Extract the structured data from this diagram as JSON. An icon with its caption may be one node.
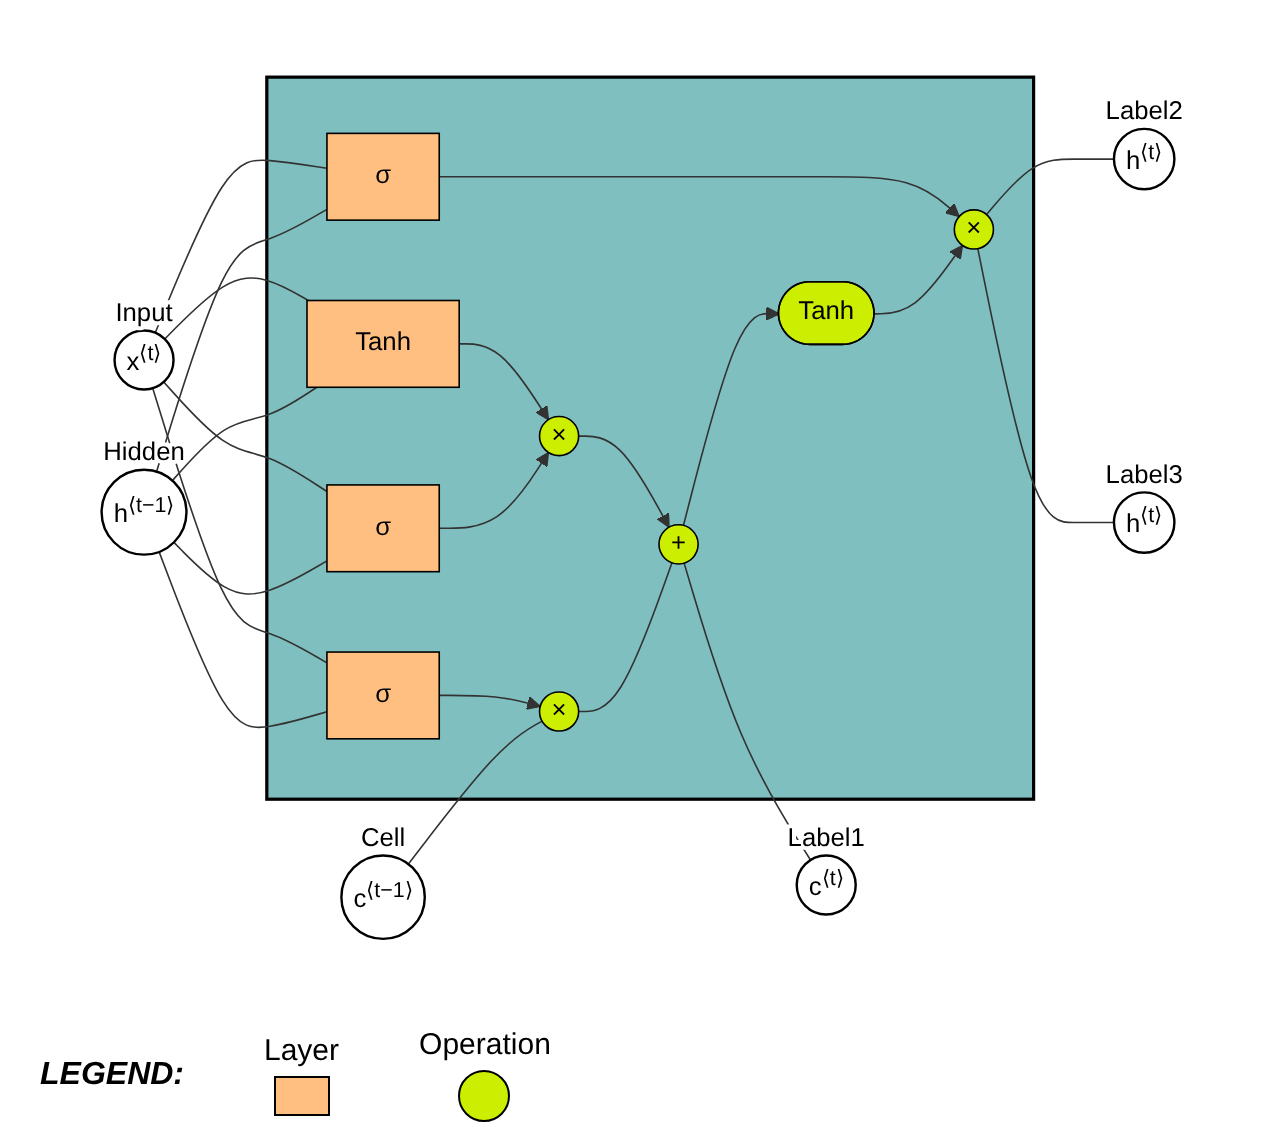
{
  "diagram": {
    "nodes": [
      {
        "text": [],
        "shape": "box"
      },
      {
        "text": [
          "h$^{⟨t⟩}$"
        ],
        "beside": [
          "Label3"
        ]
      },
      {
        "text": [
          "c$^{⟨t−1⟩}$"
        ],
        "beside": [
          "Cell"
        ]
      },
      {
        "text": [
          "×"
        ],
        "in": 0
      },
      {
        "text": [
          "+"
        ],
        "in": 0
      },
      {
        "text": [
          "c$^{⟨t⟩}$"
        ],
        "beside": [
          "Label1"
        ]
      },
      {
        "text": [
          "Tanh"
        ],
        "in": 0
      },
      {
        "text": [
          "×"
        ],
        "in": 0
      },
      {
        "text": [
          "×"
        ],
        "in": 0
      },
      {
        "text": [
          "σ"
        ],
        "in": 0
      },
      {
        "text": [
          "σ"
        ],
        "in": 0
      },
      {
        "text": [
          "Tanh"
        ],
        "in": 0
      },
      {
        "text": [
          "σ"
        ],
        "in": 0
      },
      {
        "text": [
          "h$^{⟨t−1⟩}$"
        ],
        "beside": [
          "Hidden"
        ]
      },
      {
        "text": [
          "h$^{⟨t⟩}$"
        ],
        "beside": [
          "Label2"
        ]
      },
      {
        "text": [
          "x$^{⟨t⟩}$"
        ],
        "beside": [
          "Input"
        ]
      }
    ],
    "edges": [
      {
        "from": 2,
        "to": 3,
        "arrow": "none"
      },
      {
        "from": 3,
        "to": 4,
        "arrow": "none"
      },
      {
        "from": 4,
        "to": 5,
        "arrow": "none"
      },
      {
        "from": 4,
        "to": 6,
        "arrow": "to"
      },
      {
        "from": 6,
        "to": 8,
        "arrow": "to"
      },
      {
        "from": 9,
        "to": 3,
        "arrow": "to"
      },
      {
        "from": 10,
        "to": 7,
        "arrow": "to"
      },
      {
        "from": 11,
        "to": 7,
        "arrow": "to"
      },
      {
        "from": 7,
        "to": 4,
        "arrow": "to"
      },
      {
        "from": 12,
        "to": 8,
        "arrow": "to"
      },
      {
        "from": 13,
        "to": 9,
        "arrow": "none"
      },
      {
        "from": 13,
        "to": 10,
        "arrow": "none"
      },
      {
        "from": 13,
        "to": 11,
        "arrow": "none"
      },
      {
        "from": 13,
        "to": 12,
        "arrow": "none"
      },
      {
        "from": 15,
        "to": 9,
        "arrow": "none"
      },
      {
        "from": 15,
        "to": 10,
        "arrow": "none"
      },
      {
        "from": 15,
        "to": 11,
        "arrow": "none"
      },
      {
        "from": 15,
        "to": 12,
        "arrow": "none"
      },
      {
        "from": 8,
        "to": 14,
        "arrow": "none"
      },
      {
        "from": 8,
        "to": 1,
        "arrow": "none"
      }
    ],
    "labels": [
      "LEGEND:"
    ],
    "legend": [
      {
        "text": "Layer",
        "color": "#ffbf80"
      },
      {
        "text": "Operation",
        "color": "#ccee00"
      }
    ]
  }
}
